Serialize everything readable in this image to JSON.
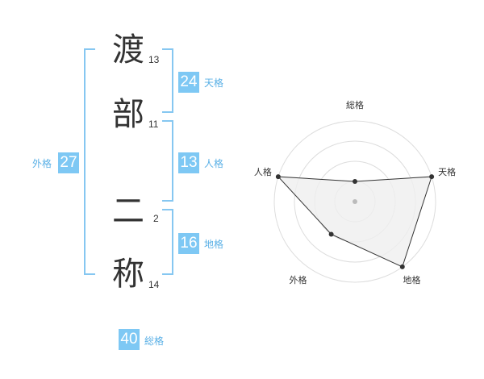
{
  "name": {
    "chars": [
      {
        "char": "渡",
        "strokes": "13"
      },
      {
        "char": "部",
        "strokes": "11"
      },
      {
        "char": "二",
        "strokes": "2"
      },
      {
        "char": "称",
        "strokes": "14"
      }
    ]
  },
  "scores": {
    "tenkaku": {
      "value": "24",
      "label": "天格"
    },
    "jinkaku": {
      "value": "13",
      "label": "人格"
    },
    "chikaku": {
      "value": "16",
      "label": "地格"
    },
    "gaikaku": {
      "value": "27",
      "label": "外格"
    },
    "soukaku": {
      "value": "40",
      "label": "総格"
    }
  },
  "chart_data": {
    "type": "radar",
    "axes": [
      "総格",
      "天格",
      "地格",
      "外格",
      "人格"
    ],
    "values": [
      0.25,
      1.0,
      1.0,
      0.5,
      1.0
    ],
    "rings": 4,
    "grid": true,
    "colors": {
      "fill": "#efefef",
      "line": "#333333",
      "grid": "#dddddd",
      "center": "#bbbbbb"
    }
  }
}
